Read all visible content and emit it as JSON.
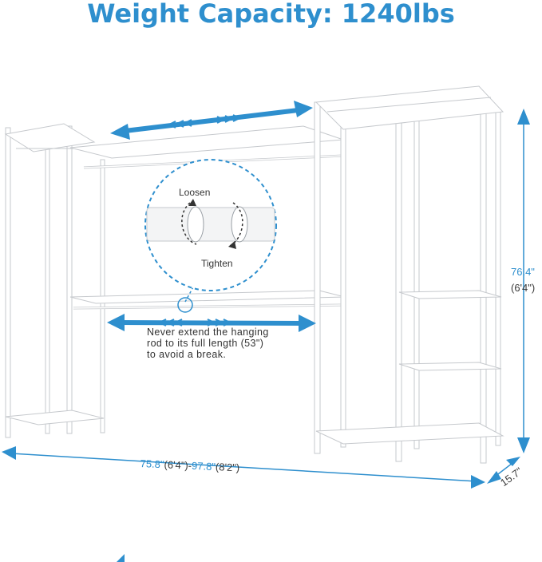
{
  "title": "Weight Capacity: 1240lbs",
  "zoom": {
    "loosen": "Loosen",
    "tighten": "Tighten"
  },
  "note": {
    "line1": "Never extend the hanging",
    "line2": "rod to its full length (53\")",
    "line3": "to avoid a break."
  },
  "dimensions": {
    "height_in": "76.4\"",
    "height_ft": "(6'4\")",
    "width_min_in": "75.8\"",
    "width_min_ft": "(6'4\")",
    "sep": "-",
    "width_max_in": "97.8\"",
    "width_max_ft": "(8'2\")",
    "depth_in": "15.7\""
  },
  "colors": {
    "accent": "#2e8fce",
    "frame": "#ffffff",
    "frame_edge": "#c9ccd0"
  }
}
